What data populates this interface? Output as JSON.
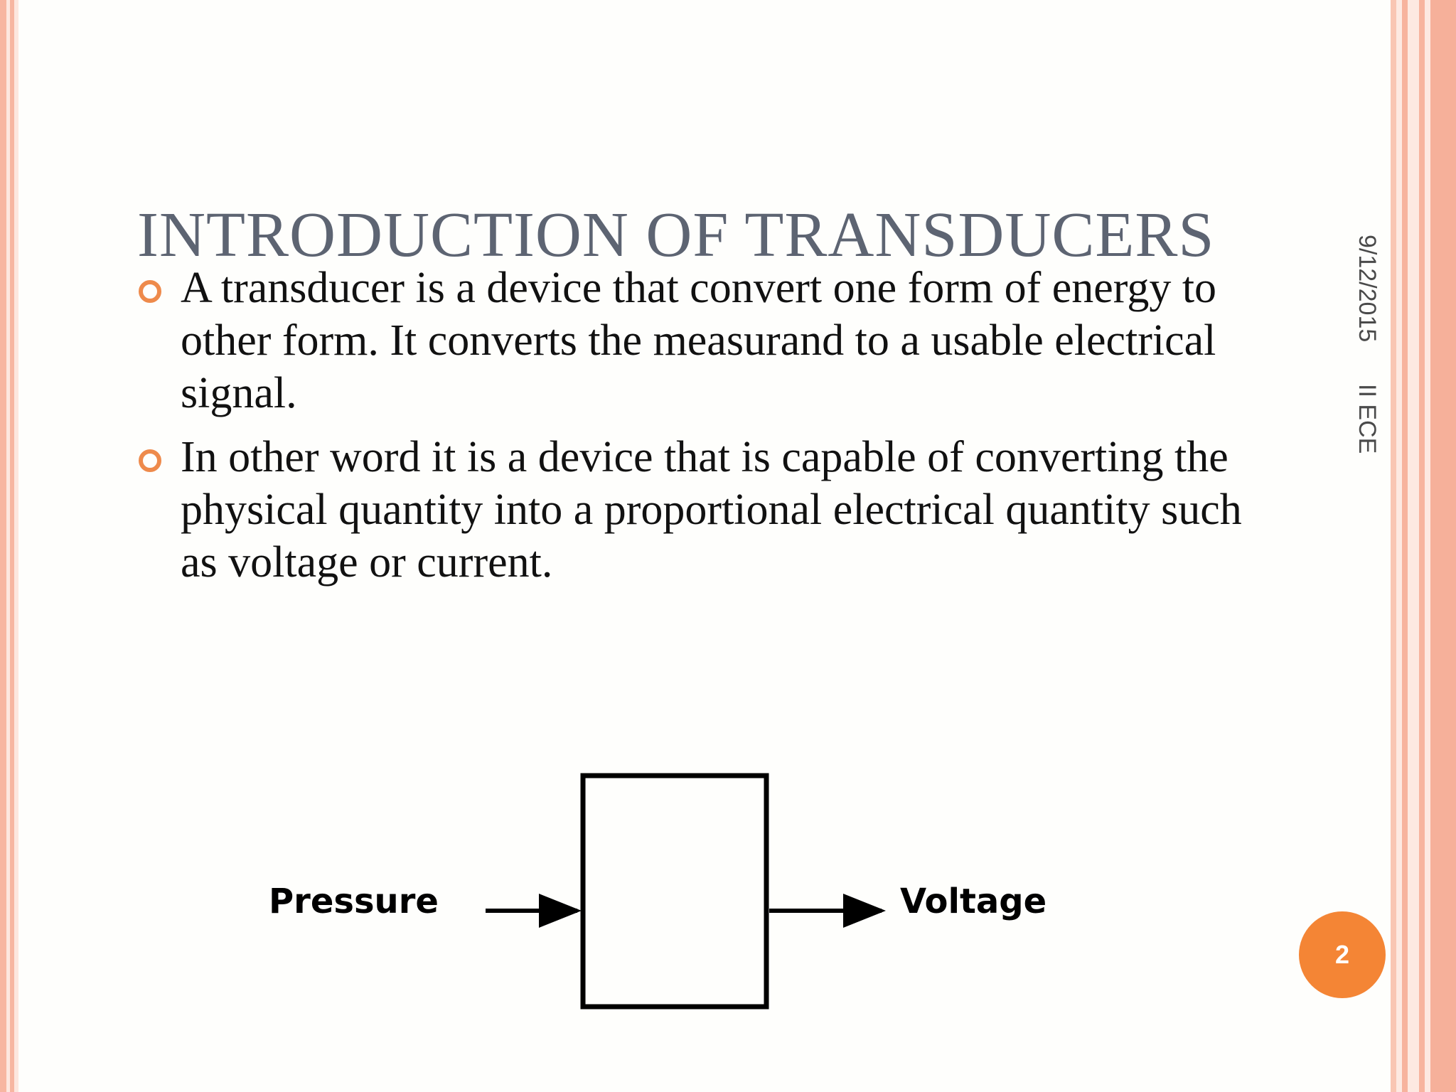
{
  "slide": {
    "title": "INTRODUCTION OF TRANSDUCERS",
    "bullets": [
      "A transducer is a device that convert one form of energy to other form. It converts the measurand to a usable electrical signal.",
      "In other word it is a device that is capable of converting the physical quantity into a proportional electrical quantity such as voltage or current."
    ],
    "side_date": "9/12/2015",
    "side_course": "II ECE",
    "page_number": "2",
    "bullet_color": "#ee8a4b",
    "badge_color": "#f48535",
    "title_color": "#5d6472"
  },
  "diagram": {
    "input_label": "Pressure",
    "output_label": "Voltage"
  }
}
